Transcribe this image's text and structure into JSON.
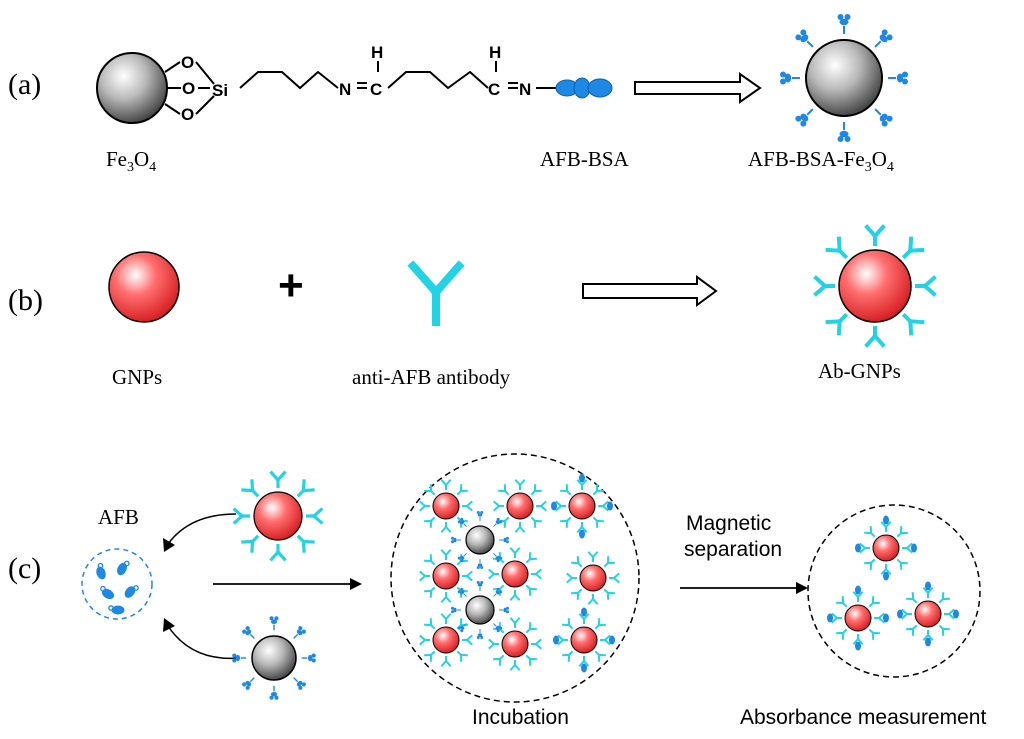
{
  "panels": {
    "a": {
      "label": "(a)",
      "fe3o4_main": "Fe",
      "fe3o4_sub1": "3",
      "fe3o4_mid": "O",
      "fe3o4_sub2": "4",
      "afb_bsa": "AFB-BSA",
      "product_main": "AFB-BSA-Fe",
      "product_sub1": "3",
      "product_mid": "O",
      "product_sub2": "4",
      "atoms": {
        "o": "O",
        "si": "Si",
        "n": "N",
        "c": "C",
        "h": "H",
        "eq": "="
      }
    },
    "b": {
      "label": "(b)",
      "plus": "+",
      "gnps": "GNPs",
      "antibody": "anti-AFB antibody",
      "product": "Ab-GNPs"
    },
    "c": {
      "label": "(c)",
      "afb": "AFB",
      "magnetic_line1": "Magnetic",
      "magnetic_line2": "separation",
      "incubation": "Incubation",
      "absorbance": "Absorbance measurement"
    }
  },
  "colors": {
    "antibody": "#22d3e6",
    "afb_blue": "#1e88e5",
    "gnp_red": "#e8272a",
    "fe_gray": "#555555"
  }
}
